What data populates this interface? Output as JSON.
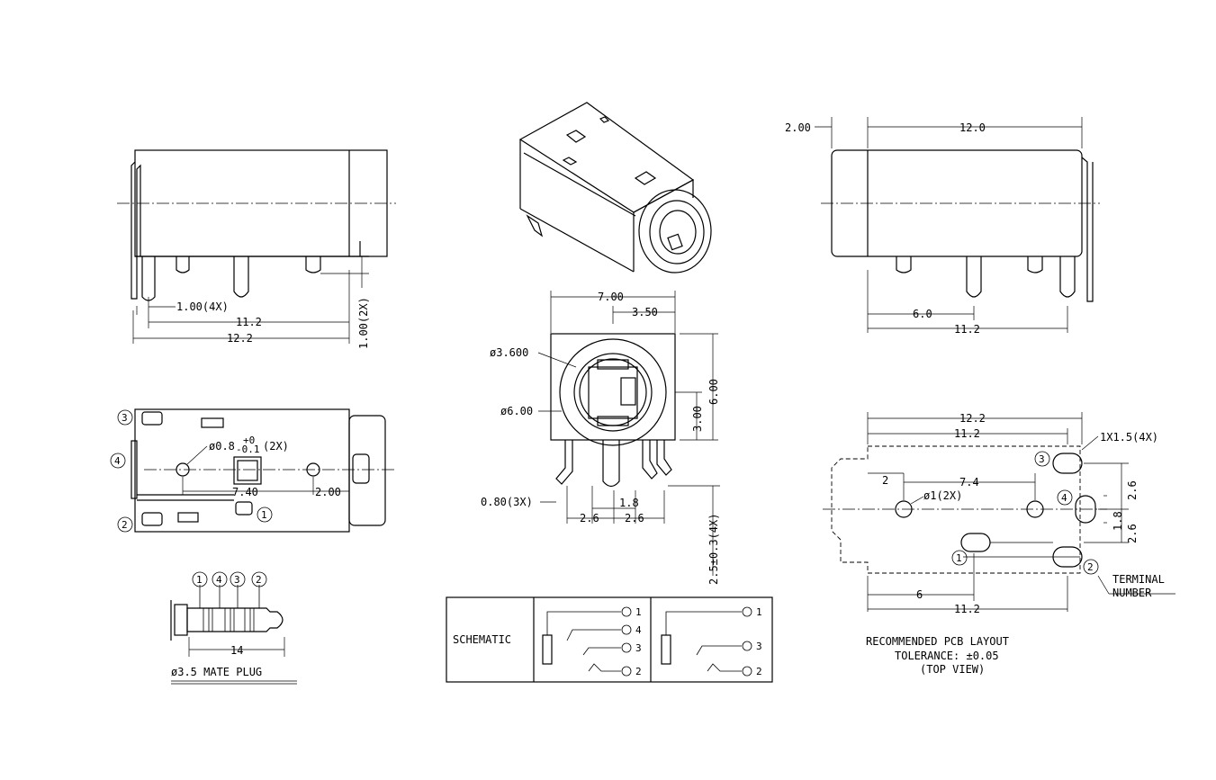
{
  "side_left": {
    "dim_pitch": "1.00(4X)",
    "dim_span": "11.2",
    "dim_total": "12.2",
    "dim_pin": "1.00(2X)"
  },
  "iso_view": {},
  "front_view": {
    "dim_width": "7.00",
    "dim_half": "3.50",
    "dim_bore": "ø3.600",
    "dim_body": "ø6.00",
    "dim_height": "6.00",
    "dim_center": "3.00",
    "dim_pins": "0.80(3X)",
    "dim_p1": "1.8",
    "dim_p2": "2.6",
    "dim_p3": "2.6",
    "dim_pinlen": "2.5±0.3(4X)"
  },
  "side_right": {
    "dim_offset": "2.00",
    "dim_length": "12.0",
    "dim_six": "6.0",
    "dim_span": "11.2"
  },
  "top_view": {
    "pin_labels": [
      "3",
      "4",
      "2",
      "1"
    ],
    "dim_hole_a": "ø0.8",
    "dim_hole_tol_up": "+0",
    "dim_hole_tol_dn": "-0.1",
    "dim_hole_count": "(2X)",
    "dim_spacing": "7.40",
    "dim_edge": "2.00"
  },
  "plug": {
    "pin_labels": [
      "1",
      "4",
      "3",
      "2"
    ],
    "dim_length": "14",
    "caption": "ø3.5 MATE PLUG"
  },
  "schematic": {
    "title": "SCHEMATIC",
    "left_pins": [
      "1",
      "4",
      "3",
      "2"
    ],
    "right_pins": [
      "1",
      "3",
      "2"
    ]
  },
  "pcb": {
    "dim_total": "12.2",
    "dim_span": "11.2",
    "dim_slot": "1X1.5(4X)",
    "dim_two": "2",
    "dim_74": "7.4",
    "dim_hole": "ø1(2X)",
    "dim_26a": "2.6",
    "dim_18": "1.8",
    "dim_26b": "2.6",
    "dim_six": "6",
    "dim_bottom": "11.2",
    "pin_labels": [
      "3",
      "4",
      "1",
      "2"
    ],
    "terminal_line1": "TERMINAL",
    "terminal_line2": "NUMBER",
    "caption1": "RECOMMENDED PCB LAYOUT",
    "caption2": "TOLERANCE: ±0.05",
    "caption3": "(TOP VIEW)"
  }
}
